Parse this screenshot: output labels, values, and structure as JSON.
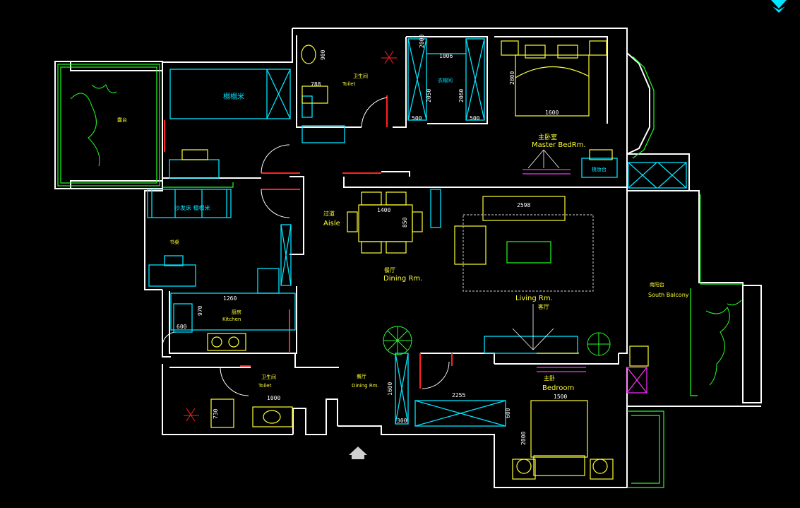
{
  "colors": {
    "background": "#000000",
    "wall": "#ffffff",
    "furniture": "#00e5ff",
    "fixture": "#ffff33",
    "text": "#ffff33",
    "plant": "#22ff22",
    "opening": "#ff2222",
    "accent": "#ff33ff"
  },
  "icons": {
    "view_cube": "view-cube-icon",
    "home": "home-icon"
  },
  "rooms": [
    {
      "id": "master-bedroom",
      "cn": "主卧室",
      "en": "Master BedRm."
    },
    {
      "id": "dining-room",
      "cn": "餐厅",
      "en": "Dining Rm."
    },
    {
      "id": "aisle",
      "cn": "过道",
      "en": "Aisle"
    },
    {
      "id": "living-room",
      "cn": "客厅",
      "en": "Living Rm."
    },
    {
      "id": "south-balcony",
      "cn": "南阳台",
      "en": "South Balcony"
    },
    {
      "id": "kitchen",
      "cn": "厨房",
      "en": "Kitchen"
    },
    {
      "id": "toilet-top",
      "cn": "卫生间",
      "en": "Toilet"
    },
    {
      "id": "toilet-bottom",
      "cn": "卫生间",
      "en": "Toilet"
    },
    {
      "id": "bedroom",
      "cn": "主卧",
      "en": "Bedroom"
    },
    {
      "id": "lower-dining",
      "cn": "餐厅",
      "en": "Dining Rm."
    }
  ],
  "furniture_labels": {
    "tatami": "榻榻米",
    "sofa_bed": "沙发床 榻榻米",
    "wardrobe": "衣帽间",
    "dresser": "梳妆台",
    "study": "书桌",
    "balcony_left": "露台"
  },
  "dimensions": [
    "900",
    "1006",
    "788",
    "2050",
    "2060",
    "2800",
    "500",
    "500",
    "2000",
    "1600",
    "1400",
    "850",
    "2598",
    "1260",
    "970",
    "600",
    "1000",
    "730",
    "1600",
    "2255",
    "600",
    "300",
    "2000",
    "1500"
  ]
}
